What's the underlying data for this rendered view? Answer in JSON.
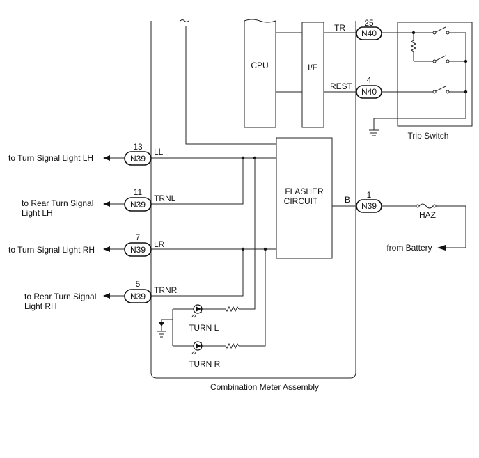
{
  "colors": {
    "line": "#222222",
    "background": "#ffffff"
  },
  "assembly": {
    "label": "Combination Meter Assembly"
  },
  "cpu": {
    "label": "CPU"
  },
  "interface": {
    "label": "I/F"
  },
  "flasher": {
    "label_line1": "FLASHER",
    "label_line2": "CIRCUIT"
  },
  "trip_switch": {
    "label": "Trip Switch"
  },
  "fuse": {
    "label": "HAZ"
  },
  "battery": {
    "label": "from Battery"
  },
  "connectors": {
    "n39_13": {
      "id": "N39",
      "pin": "13",
      "signal": "LL",
      "dest": "to Turn Signal Light LH"
    },
    "n39_11": {
      "id": "N39",
      "pin": "11",
      "signal": "TRNL",
      "dest_line1": "to Rear Turn Signal",
      "dest_line2": "Light LH"
    },
    "n39_7": {
      "id": "N39",
      "pin": "7",
      "signal": "LR",
      "dest": "to Turn Signal Light RH"
    },
    "n39_5": {
      "id": "N39",
      "pin": "5",
      "signal": "TRNR",
      "dest_line1": "to Rear Turn Signal",
      "dest_line2": "Light RH"
    },
    "n40_25": {
      "id": "N40",
      "pin": "25",
      "signal": "TR"
    },
    "n40_4": {
      "id": "N40",
      "pin": "4",
      "signal": "REST"
    },
    "n39_1": {
      "id": "N39",
      "pin": "1",
      "signal": "B"
    }
  },
  "indicators": {
    "turn_l": "TURN L",
    "turn_r": "TURN R"
  }
}
